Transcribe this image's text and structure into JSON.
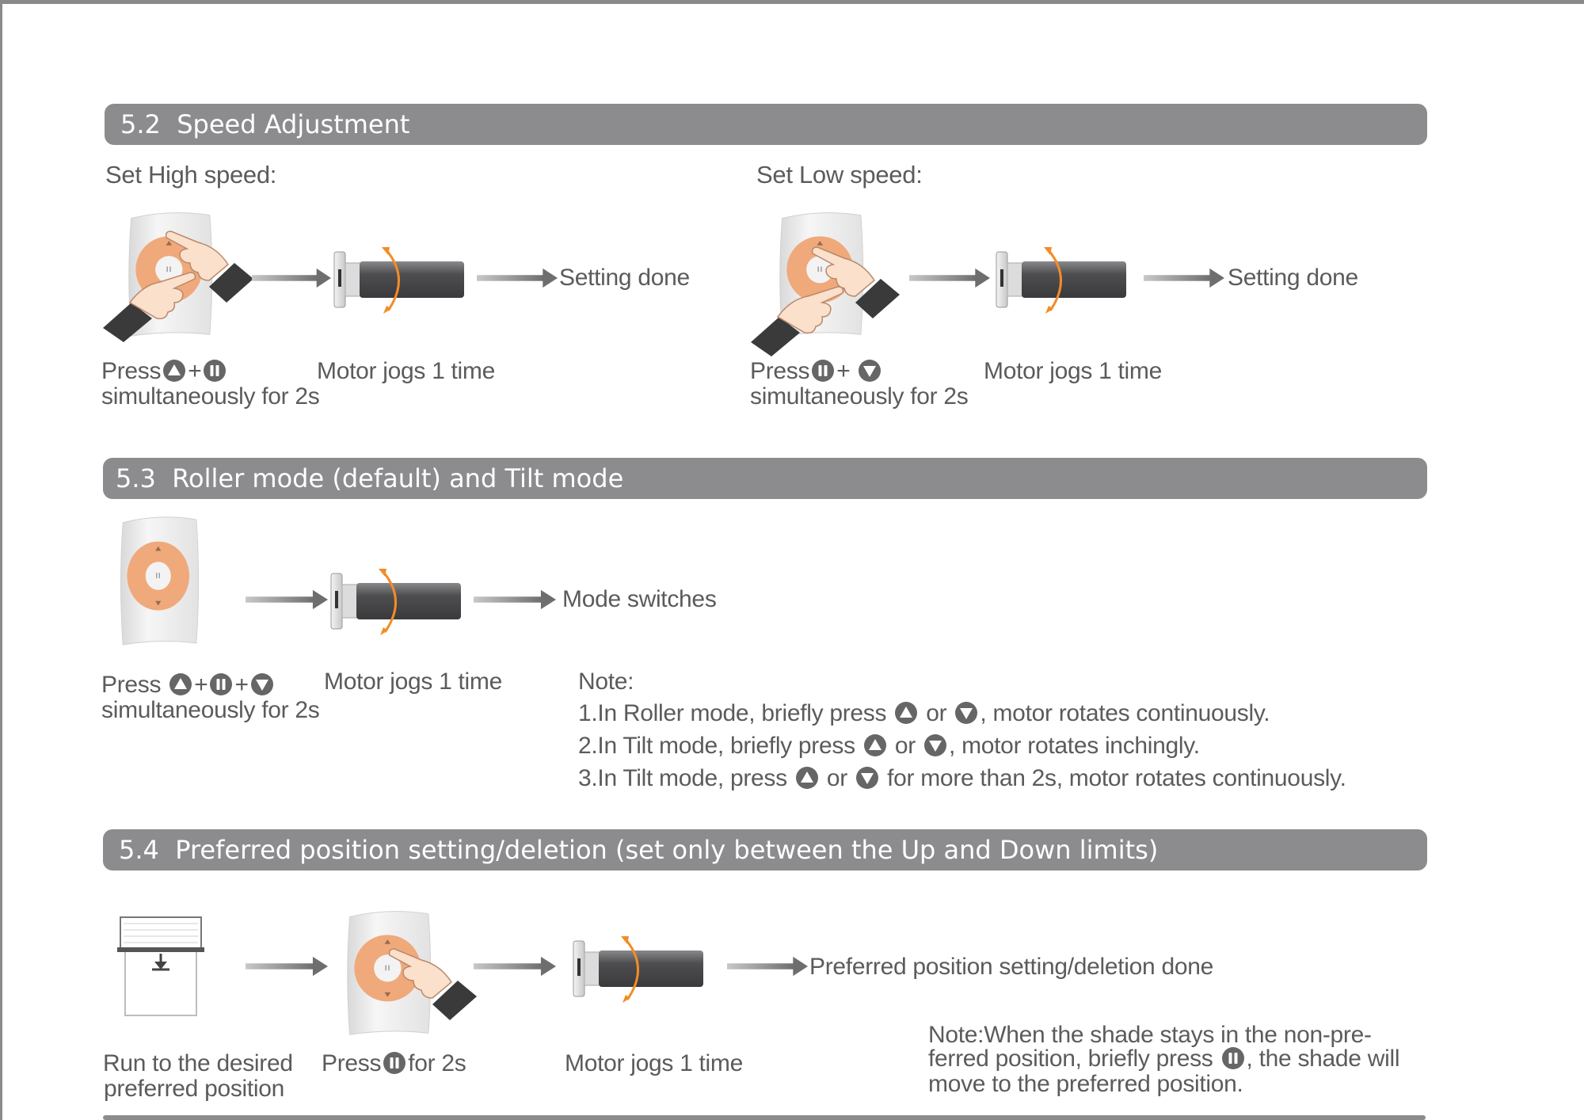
{
  "sections": {
    "speed": {
      "number": "5.2",
      "title": "Speed Adjustment",
      "high": {
        "label": "Set High speed:",
        "press": "Press",
        "plus": "+",
        "simultaneous": "simultaneously for 2s",
        "motor": "Motor jogs 1 time",
        "result": "Setting done"
      },
      "low": {
        "label": "Set Low speed:",
        "press": "Press",
        "plus": "+",
        "simultaneous": "simultaneously for 2s",
        "motor": "Motor jogs 1 time",
        "result": "Setting done"
      }
    },
    "mode": {
      "number": "5.3",
      "title": "Roller mode (default) and Tilt mode",
      "press": "Press",
      "plus": "+",
      "simultaneous": "simultaneously for 2s",
      "motor": "Motor jogs 1 time",
      "result": "Mode switches",
      "note_title": "Note:",
      "note1_a": "1.In Roller mode, briefly press",
      "note1_or": "or",
      "note1_b": ", motor rotates continuously.",
      "note2_a": "2.In Tilt mode, briefly press",
      "note2_or": "or",
      "note2_b": ", motor rotates inchingly.",
      "note3_a": "3.In Tilt mode, press",
      "note3_or": "or",
      "note3_b": "for more than 2s, motor rotates continuously."
    },
    "preferred": {
      "number": "5.4",
      "title": "Preferred position setting/deletion (set only between the Up and Down limits)",
      "step1_line1": "Run to the desired",
      "step1_line2": "preferred position",
      "press": "Press",
      "for2s": "for 2s",
      "motor": "Motor jogs 1 time",
      "result": "Preferred position setting/deletion done",
      "note_line1": "Note:When the shade stays in the non-pre-",
      "note_line2a": "ferred position, briefly press",
      "note_line2b": ", the shade will",
      "note_line3": "move to the preferred position."
    }
  },
  "icons": {
    "up": "up-triangle-icon",
    "stop": "pause-icon",
    "down": "down-triangle-icon"
  },
  "colors": {
    "header_bar": "#8c8c8e",
    "text": "#5b5b5b",
    "arrow": "#808080",
    "remote_ring": "#f0a97a",
    "motor": "#5a5a5c",
    "rotation": "#f28c28"
  }
}
